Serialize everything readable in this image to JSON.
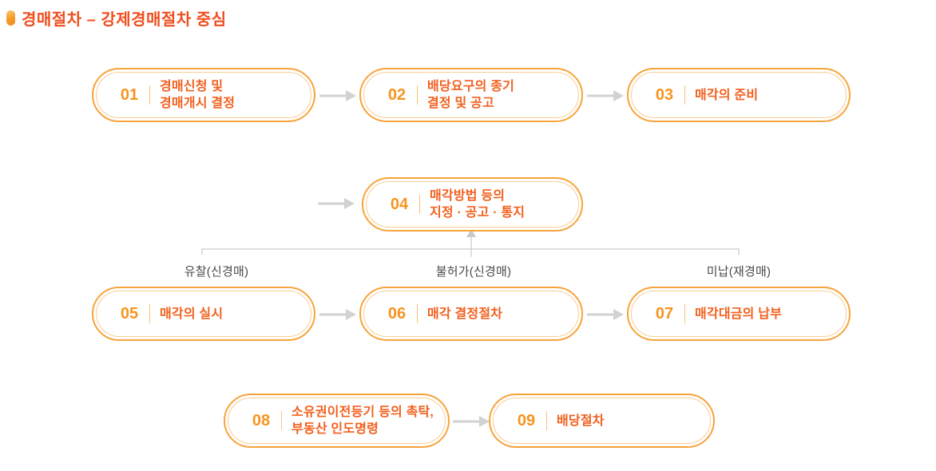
{
  "header": {
    "title": "경매절차 – 강제경매절차 중심"
  },
  "flow": {
    "steps": [
      {
        "num": "01",
        "lines": [
          "경매신청 및",
          "경매개시 결정"
        ]
      },
      {
        "num": "02",
        "lines": [
          "배당요구의 종기",
          "결정 및 공고"
        ]
      },
      {
        "num": "03",
        "lines": [
          "매각의 준비"
        ]
      },
      {
        "num": "04",
        "lines": [
          "매각방법 등의",
          "지정 · 공고 · 통지"
        ]
      },
      {
        "num": "05",
        "lines": [
          "매각의 실시"
        ]
      },
      {
        "num": "06",
        "lines": [
          "매각 결정절차"
        ]
      },
      {
        "num": "07",
        "lines": [
          "매각대금의 납부"
        ]
      },
      {
        "num": "08",
        "lines": [
          "소유권이전등기 등의 촉탁,",
          "부동산 인도명령"
        ]
      },
      {
        "num": "09",
        "lines": [
          "배당절차"
        ]
      }
    ],
    "branch_labels": [
      {
        "text": "유찰(신경매)"
      },
      {
        "text": "불허가(신경매)"
      },
      {
        "text": "미납(재경매)"
      }
    ]
  },
  "colors": {
    "title_text": "#f04e1f",
    "box_border_outer": "#f8a33b",
    "box_border_inner": "#fbcd92",
    "step_number": "#f7941e",
    "step_text": "#f2601e",
    "divider": "#f9c27a",
    "arrow": "#d2d2d2",
    "feedback_line": "#c9c9c9",
    "branch_label_text": "#4a4a4a"
  }
}
